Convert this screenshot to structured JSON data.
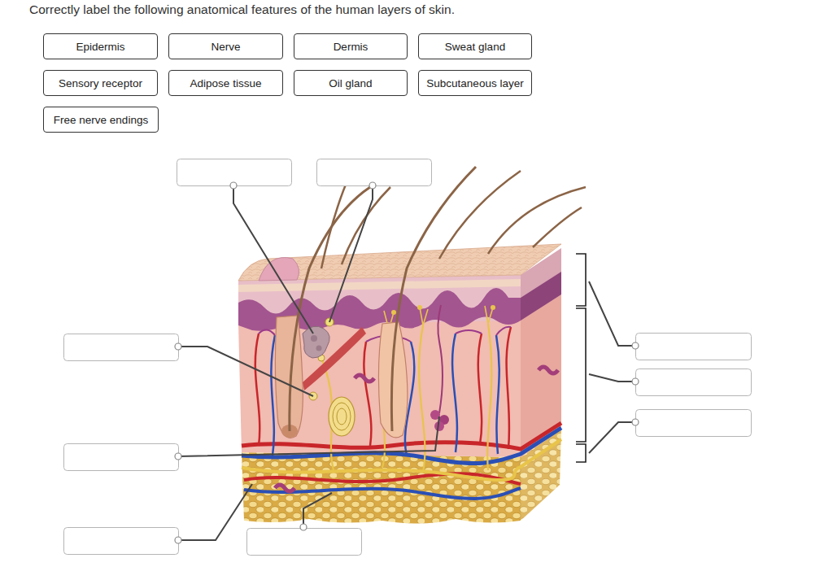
{
  "diagram": {
    "title": "Correctly label the following anatomical features of the human layers of skin.",
    "nodes": [
      {
        "text": [
          "Epidermis"
        ]
      },
      {
        "text": [
          "Nerve"
        ]
      },
      {
        "text": [
          "Dermis"
        ]
      },
      {
        "text": [
          "Sweat gland"
        ]
      },
      {
        "text": [
          "Sensory receptor"
        ]
      },
      {
        "text": [
          "Adipose tissue"
        ]
      },
      {
        "text": [
          "Oil gland"
        ]
      },
      {
        "text": [
          "Subcutaneous layer"
        ]
      },
      {
        "text": [
          "Free nerve endings"
        ]
      }
    ]
  }
}
